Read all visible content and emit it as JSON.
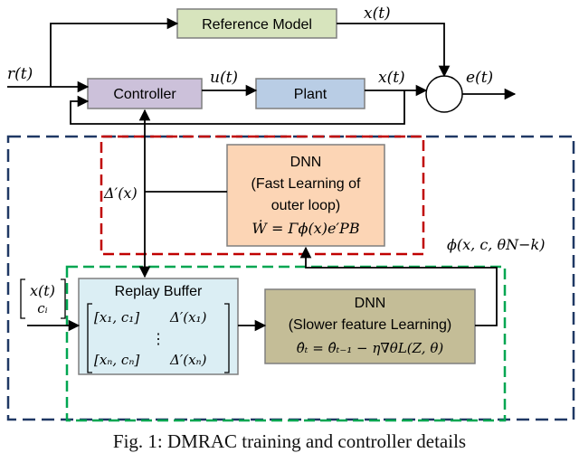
{
  "blocks": {
    "reference_model": "Reference Model",
    "controller": "Controller",
    "plant": "Plant",
    "dnn_fast_title": "DNN",
    "dnn_fast_line1": "(Fast Learning of",
    "dnn_fast_line2": "outer loop)",
    "dnn_fast_eq": "Ẇ = Γϕ(x)e′PB",
    "replay_title": "Replay Buffer",
    "replay_row1_a": "[x₁, c₁]",
    "replay_row1_b": "Δ′(x₁)",
    "replay_vdots": "⋮",
    "replay_row2_a": "[xₙ, cₙ]",
    "replay_row2_b": "Δ′(xₙ)",
    "dnn_slow_title": "DNN",
    "dnn_slow_line1": "(Slower feature Learning)",
    "dnn_slow_eq": "θ̂ₜ = θ̂ₜ₋₁ − η∇θL(Z, θ)"
  },
  "signals": {
    "r": "r(t)",
    "u": "u(t)",
    "x_plant": "x(t)",
    "x_ref": "x(t)",
    "e": "e(t)",
    "delta": "Δ′(x)",
    "phi": "ϕ(x, c, θN−k)",
    "input_x": "x(t)",
    "input_c": "cᵢ"
  },
  "caption": "Fig. 1: DMRAC training and controller details",
  "colors": {
    "reference_model_fill": "#d7e4bd",
    "controller_fill": "#ccc1da",
    "plant_fill": "#b9cde5",
    "dnn_fast_fill": "#fcd5b5",
    "replay_fill": "#dbeef4",
    "dnn_slow_fill": "#c4bd97",
    "outer_dashed": "#1f3864",
    "red_dashed": "#c00000",
    "green_dashed": "#00a651"
  }
}
